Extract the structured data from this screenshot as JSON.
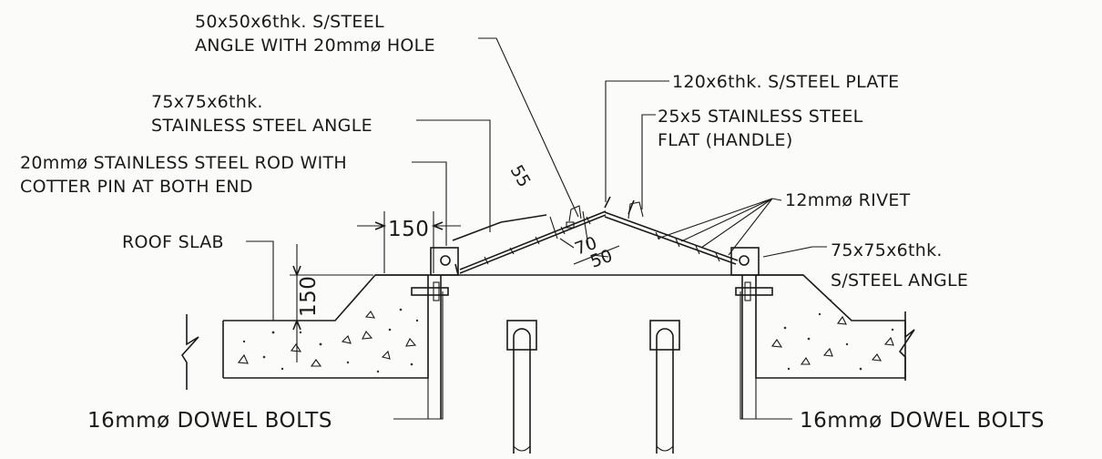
{
  "labels": {
    "angle_50": [
      "50x50x6thk. S/STEEL",
      "ANGLE WITH 20mmø HOLE"
    ],
    "plate_120": "120x6thk. S/STEEL PLATE",
    "flat_25": [
      "25x5 STAINLESS STEEL",
      "FLAT (HANDLE)"
    ],
    "angle_75_left": [
      "75x75x6thk.",
      "STAINLESS STEEL ANGLE"
    ],
    "rod_20": [
      "20mmø STAINLESS STEEL ROD WITH",
      "COTTER PIN AT BOTH END"
    ],
    "rivet": "12mmø RIVET",
    "angle_75_right": [
      "75x75x6thk.",
      "S/STEEL ANGLE"
    ],
    "roof_slab": "ROOF SLAB",
    "dowel_left": "16mmø DOWEL BOLTS",
    "dowel_right": "16mmø DOWEL BOLTS"
  },
  "dimensions": {
    "d150_top": "150",
    "d150_side": "150",
    "d55": "55",
    "d70": "70",
    "d50": "50"
  }
}
